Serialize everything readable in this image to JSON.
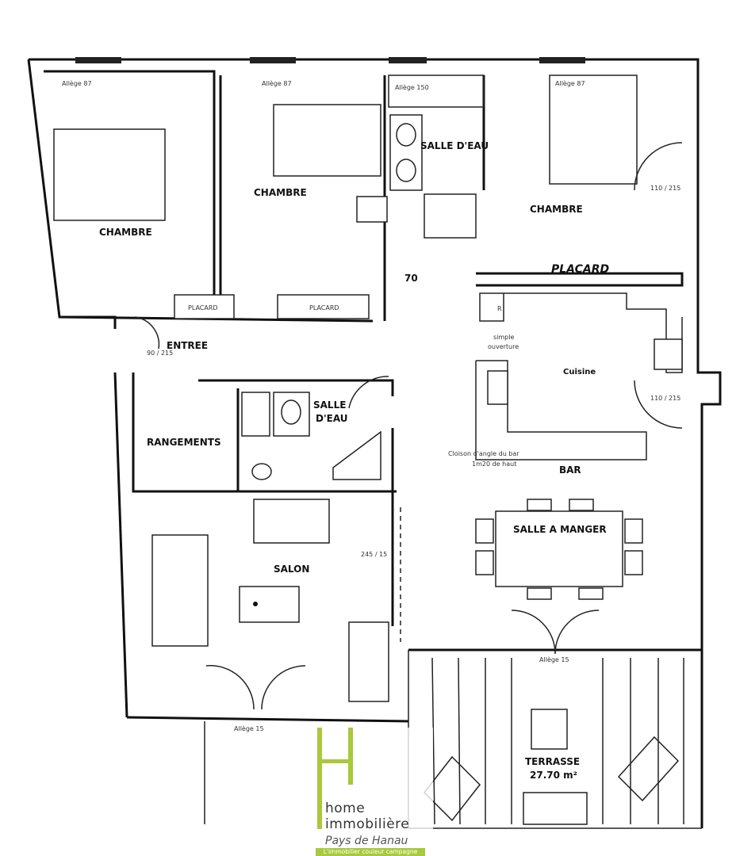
{
  "rooms": {
    "chambre_1": "CHAMBRE",
    "chambre_2": "CHAMBRE",
    "chambre_3": "CHAMBRE",
    "salle_eau_1": "SALLE D'EAU",
    "salle_eau_2_line1": "SALLE",
    "salle_eau_2_line2": "D'EAU",
    "placard_big": "PLACARD",
    "placard_1": "PLACARD",
    "placard_2": "PLACARD",
    "entree": "ENTREE",
    "rangements": "RANGEMENTS",
    "salon": "SALON",
    "cuisine": "Cuisine",
    "bar": "BAR",
    "salle_a_manger": "SALLE A MANGER",
    "terrasse": "TERRASSE",
    "terrasse_area": "27.70 m²"
  },
  "annotations": {
    "wc_width": "70",
    "fridge": "R",
    "simple_ouverture_1": "simple",
    "simple_ouverture_2": "ouverture",
    "cloison_1": "Cloison d'angle du bar",
    "cloison_2": "1m20 de haut",
    "allege_87a": "Allège 87",
    "allege_87b": "Allège 87",
    "allege_87c": "Allège 87",
    "allege_150": "Allège 150",
    "allege_15a": "Allège 15",
    "allege_15b": "Allège 15",
    "dim_90_215": "90 / 215",
    "dim_245": "245 / 15",
    "dim_110_215a": "110 / 215",
    "dim_110_215b": "110 / 215"
  },
  "logo": {
    "line1": "home",
    "line2": "immobilière",
    "line3": "Pays de Hanau",
    "tagline": "L'immobilier couleur campagne",
    "color": "#a7c93b"
  }
}
